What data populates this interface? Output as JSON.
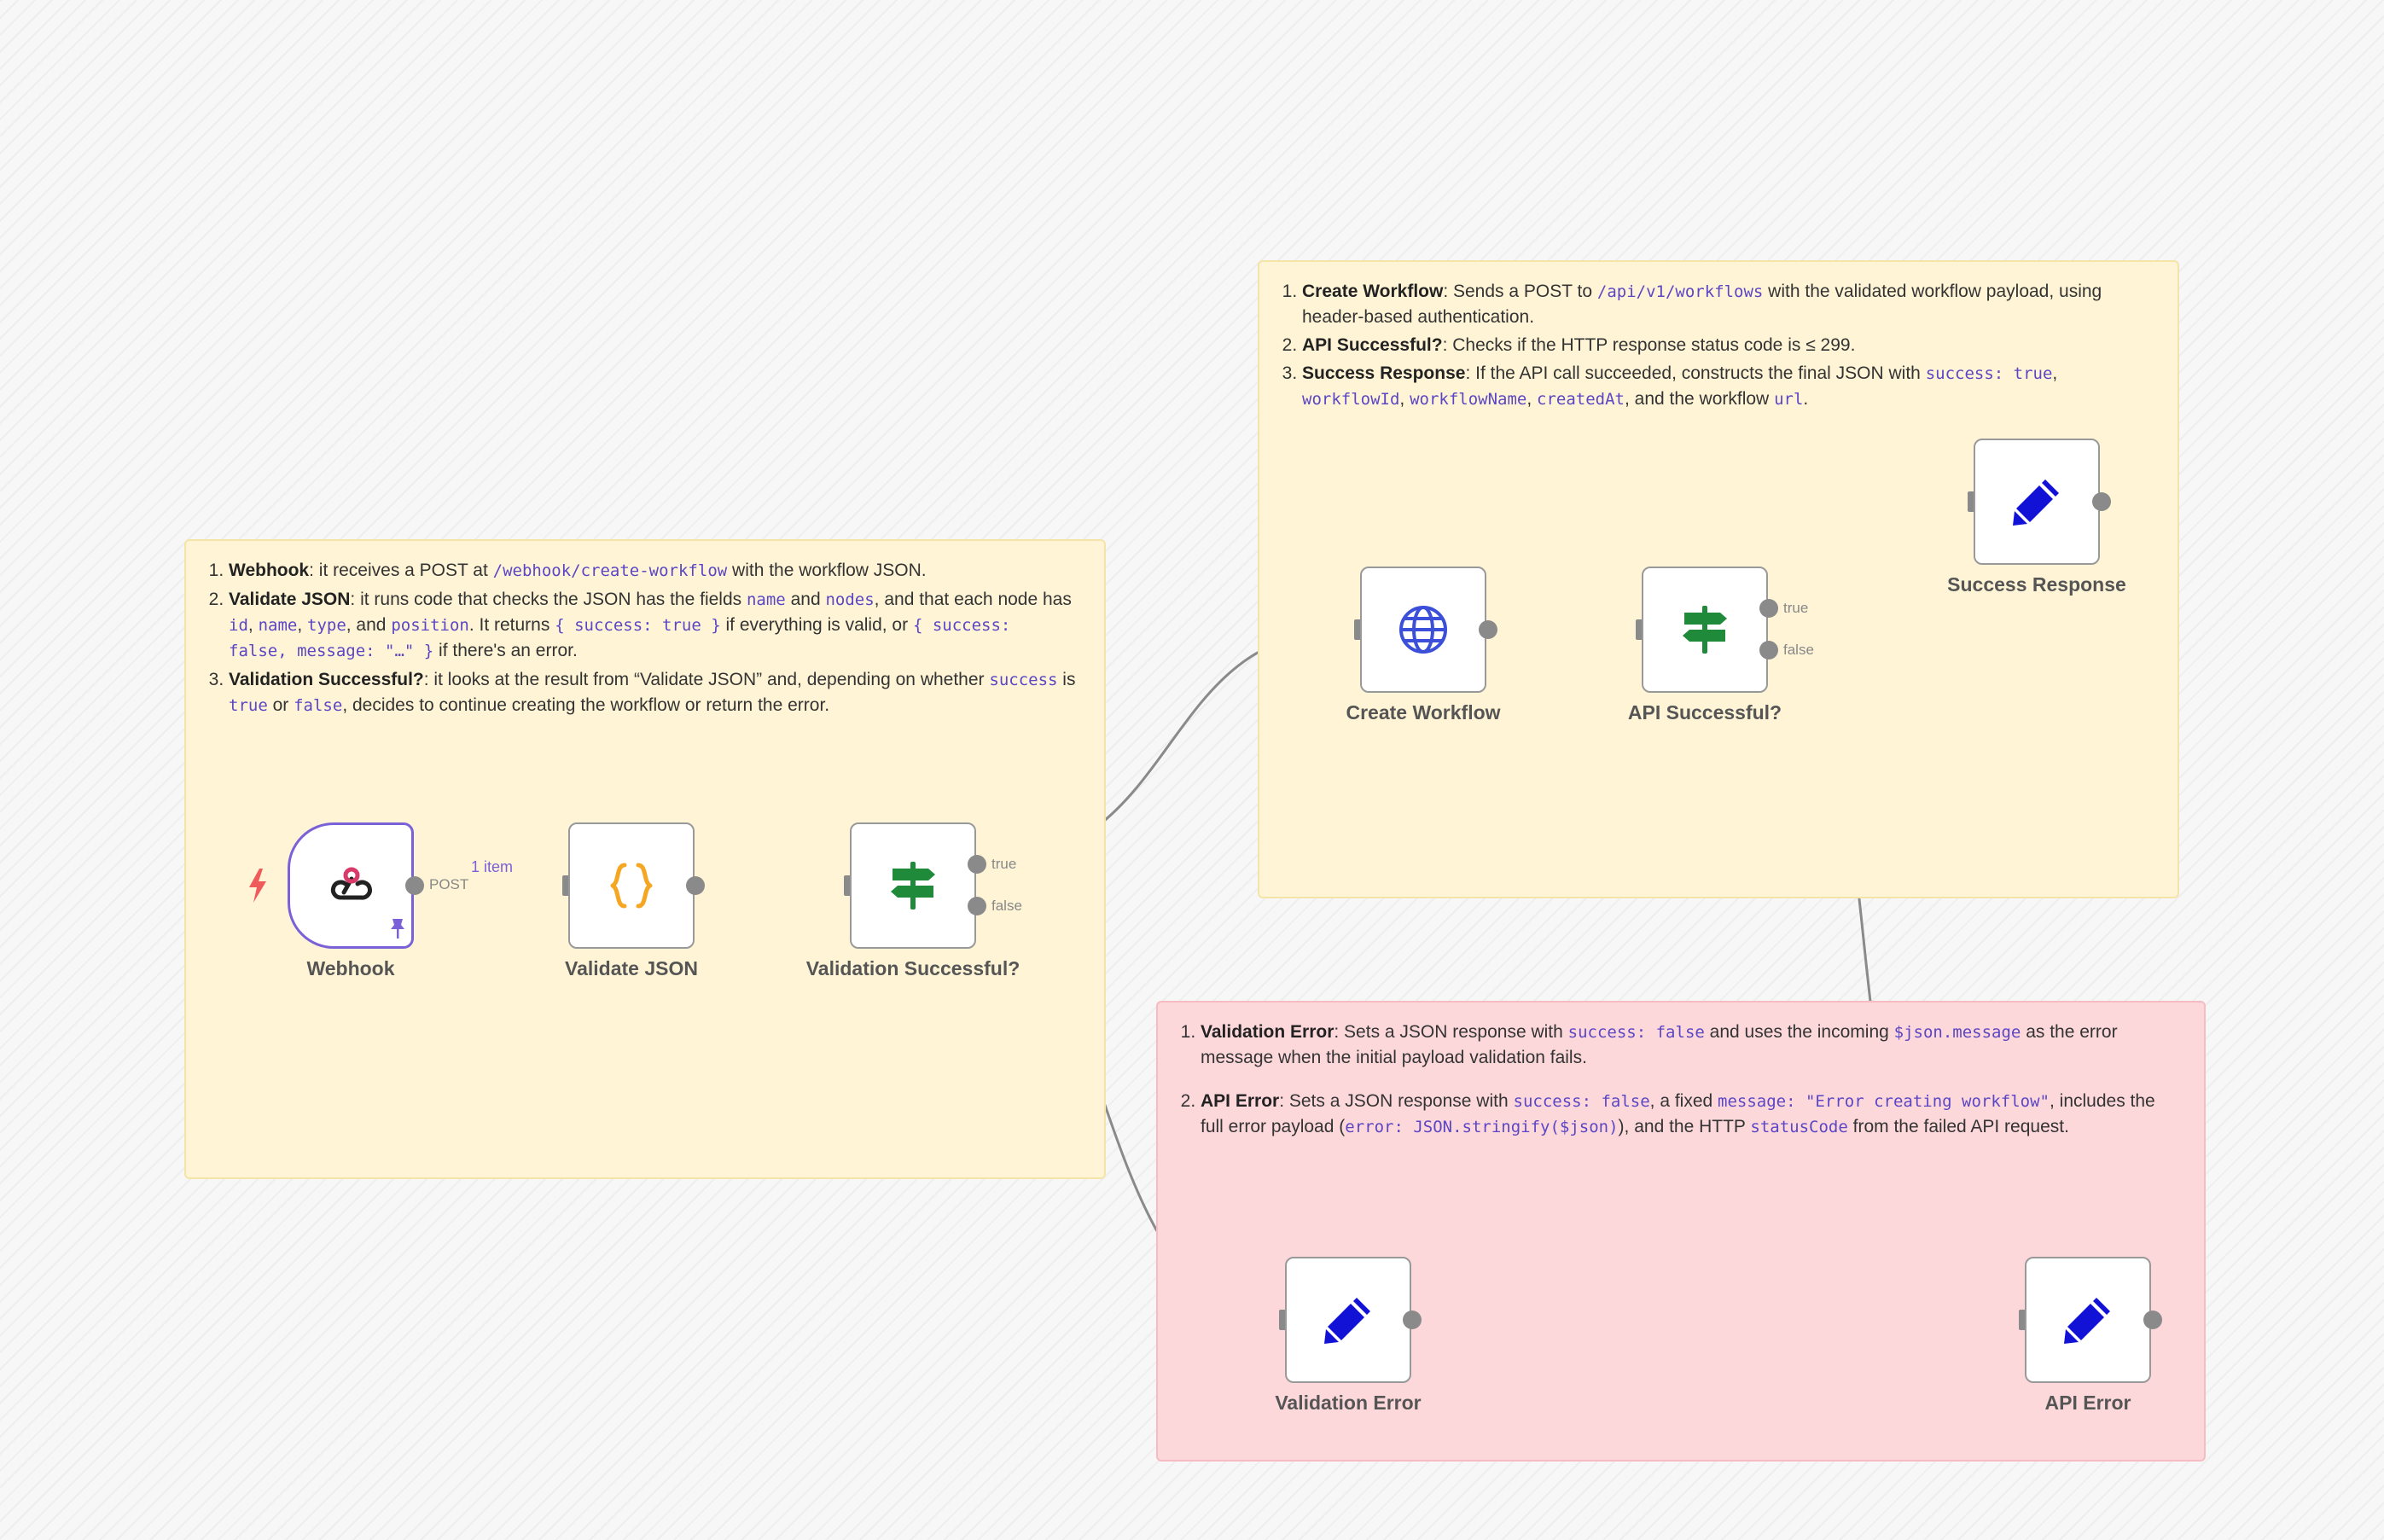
{
  "notes": {
    "n1": [
      {
        "title": "Webhook",
        "parts": [
          ": it receives a POST at ",
          {
            "c": "/webhook/create-workflow"
          },
          " with the workflow JSON."
        ]
      },
      {
        "title": "Validate JSON",
        "parts": [
          ": it runs code that checks the JSON has the fields ",
          {
            "c": "name"
          },
          " and ",
          {
            "c": "nodes"
          },
          ", and that each node has ",
          {
            "c": "id"
          },
          ", ",
          {
            "c": "name"
          },
          ", ",
          {
            "c": "type"
          },
          ", and ",
          {
            "c": "position"
          },
          ". It returns ",
          {
            "c": "{ success: true }"
          },
          " if everything is valid, or ",
          {
            "c": "{ success: false, message: \"…\" }"
          },
          " if there's an error."
        ]
      },
      {
        "title": "Validation Successful?",
        "parts": [
          ": it looks at the result from “Validate JSON” and, depending on whether ",
          {
            "c": "success"
          },
          " is ",
          {
            "c": "true"
          },
          " or ",
          {
            "c": "false"
          },
          ", decides to continue creating the workflow or return the error."
        ]
      }
    ],
    "n2": [
      {
        "title": "Create Workflow",
        "parts": [
          ": Sends a POST to ",
          {
            "c": "/api/v1/workflows"
          },
          " with the validated workflow payload, using header-based authentication."
        ]
      },
      {
        "title": "API Successful?",
        "parts": [
          ": Checks if the HTTP response status code is ≤ 299."
        ]
      },
      {
        "title": "Success Response",
        "parts": [
          ": If the API call succeeded, constructs the final JSON with ",
          {
            "c": "success: true"
          },
          ", ",
          {
            "c": "workflowId"
          },
          ", ",
          {
            "c": "workflowName"
          },
          ", ",
          {
            "c": "createdAt"
          },
          ", and the workflow ",
          {
            "c": "url"
          },
          "."
        ]
      }
    ],
    "n3": [
      {
        "title": "Validation Error",
        "parts": [
          ": Sets a JSON response with ",
          {
            "c": "success: false"
          },
          " and uses the incoming ",
          {
            "c": "$json.message"
          },
          " as the error message when the initial payload validation fails."
        ]
      },
      {
        "title": "API Error",
        "parts": [
          ": Sets a JSON response with ",
          {
            "c": "success: false"
          },
          ", a fixed ",
          {
            "c": "message: \"Error creating workflow\""
          },
          ", includes the full error payload (",
          {
            "c": "error: JSON.stringify($json)"
          },
          "), and the HTTP ",
          {
            "c": "statusCode"
          },
          " from the failed API request."
        ]
      }
    ]
  },
  "nodes": {
    "webhook": "Webhook",
    "validate_json": "Validate JSON",
    "validation_successful": "Validation Successful?",
    "create_workflow": "Create Workflow",
    "api_successful": "API Successful?",
    "success_response": "Success Response",
    "validation_error": "Validation Error",
    "api_error": "API Error"
  },
  "edge_labels": {
    "webhook_method": "POST",
    "items_count": "1 item",
    "true": "true",
    "false": "false"
  },
  "icons": {
    "webhook": "webhook-icon",
    "code": "code-braces-icon",
    "if": "signpost-icon",
    "http": "globe-icon",
    "set": "pencil-icon",
    "trigger": "lightning-bolt-icon",
    "pinned": "pin-icon"
  },
  "colors": {
    "sticky_yellow": "#fff5d6",
    "sticky_red": "#fdd8db",
    "accent_purple": "#7b61d8",
    "code_orange": "#f5a623",
    "if_green": "#1f8a3a",
    "http_blue": "#3b4fd8",
    "set_blue": "#1212d6",
    "trigger_red": "#ef5b5b"
  }
}
